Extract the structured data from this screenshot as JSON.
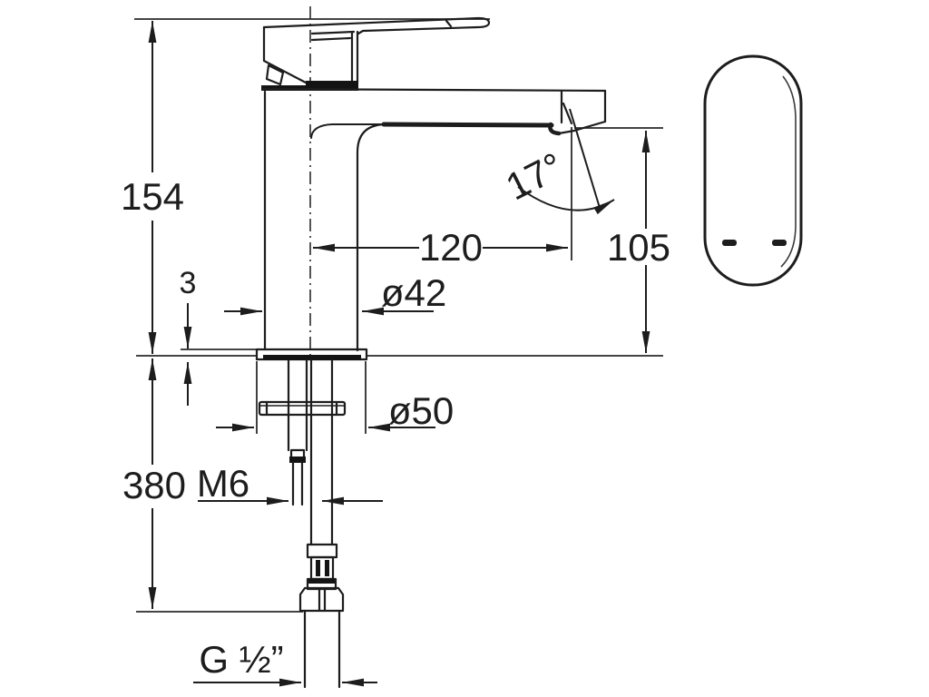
{
  "drawing": {
    "kind": "faucet-installation-dimension-diagram",
    "views": [
      "side-elevation",
      "top-plan"
    ]
  },
  "colors": {
    "background": "#ffffff",
    "line": "#1d1d1d",
    "thick_line": "#141414"
  },
  "dimensions": {
    "total_height": {
      "label": "154"
    },
    "base_plate_thickness": {
      "label": "3"
    },
    "below_deck_length": {
      "label": "380"
    },
    "spout_reach": {
      "label": "120"
    },
    "spout_height": {
      "label": "105"
    },
    "body_diameter": {
      "label": "ø42"
    },
    "base_diameter": {
      "label": "ø50"
    },
    "fixing_stud_thread": {
      "label": "M6"
    },
    "connection_thread": {
      "label": "G ½”"
    },
    "spout_angle": {
      "label": "17°"
    }
  }
}
